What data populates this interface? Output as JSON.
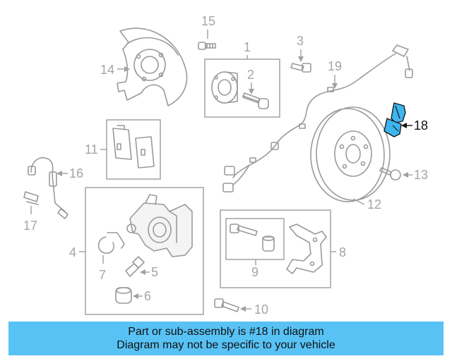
{
  "callouts": {
    "c1": "1",
    "c2": "2",
    "c3": "3",
    "c4": "4",
    "c5": "5",
    "c6": "6",
    "c7": "7",
    "c8": "8",
    "c9": "9",
    "c10": "10",
    "c11": "11",
    "c12": "12",
    "c13": "13",
    "c14": "14",
    "c15": "15",
    "c16": "16",
    "c17": "17",
    "c18": "18",
    "c19": "19"
  },
  "highlight": {
    "part": "18",
    "color": "#3db5f0"
  },
  "banner": {
    "line1": "Part or sub-assembly is #18 in diagram",
    "line2": "Diagram may not be specific to your vehicle",
    "color": "#58c2f5"
  }
}
